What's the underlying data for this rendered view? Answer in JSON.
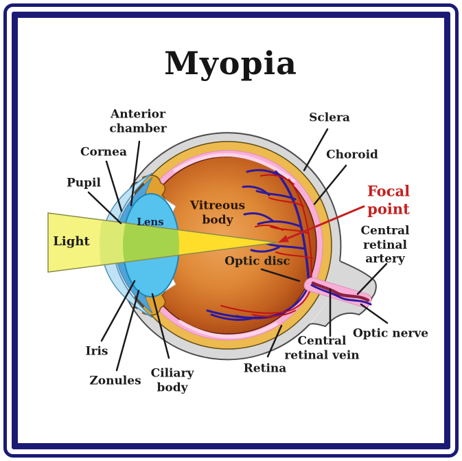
{
  "title": "Myopia",
  "labels": {
    "light": "Light",
    "lens": "Lens",
    "vitreous_body": "Vitreous body",
    "anterior_chamber": "Anterior chamber",
    "cornea": "Cornea",
    "pupil": "Pupil",
    "iris": "Iris",
    "zonules": "Zonules",
    "ciliary_body": "Ciliary body",
    "sclera": "Sclera",
    "choroid": "Choroid",
    "retina": "Retina",
    "optic_disc": "Optic disc",
    "focal_point": "Focal point",
    "central_retinal_artery": "Central retinal artery",
    "central_retinal_vein": "Central retinal vein",
    "optic_nerve": "Optic nerve"
  },
  "colors": {
    "frame_border": "#1b1b75",
    "label_text": "#1c1c1c",
    "focal_point_text": "#c42020",
    "focal_arrow": "#c41e1e",
    "light_beam_outside": "#f5f480",
    "light_beam_inside": "#ffdd2b",
    "light_beam_through_lens": "#a5d44c",
    "sclera_fill": "#d8d8d8",
    "choroid_fill": "#ecba4e",
    "retina_fill": "#f9aed8",
    "vitreous_center": "#eda55c",
    "vitreous_edge": "#7c2a10",
    "lens_fill": "#55c3ee",
    "cornea_fill": "#bfe2f4",
    "anterior_chamber_fill": "#4fa3d8",
    "iris_fill": "#6b3c14",
    "vein_color": "#2c1a9e",
    "artery_color": "#c41212",
    "lens_label_text": "#14233f"
  }
}
